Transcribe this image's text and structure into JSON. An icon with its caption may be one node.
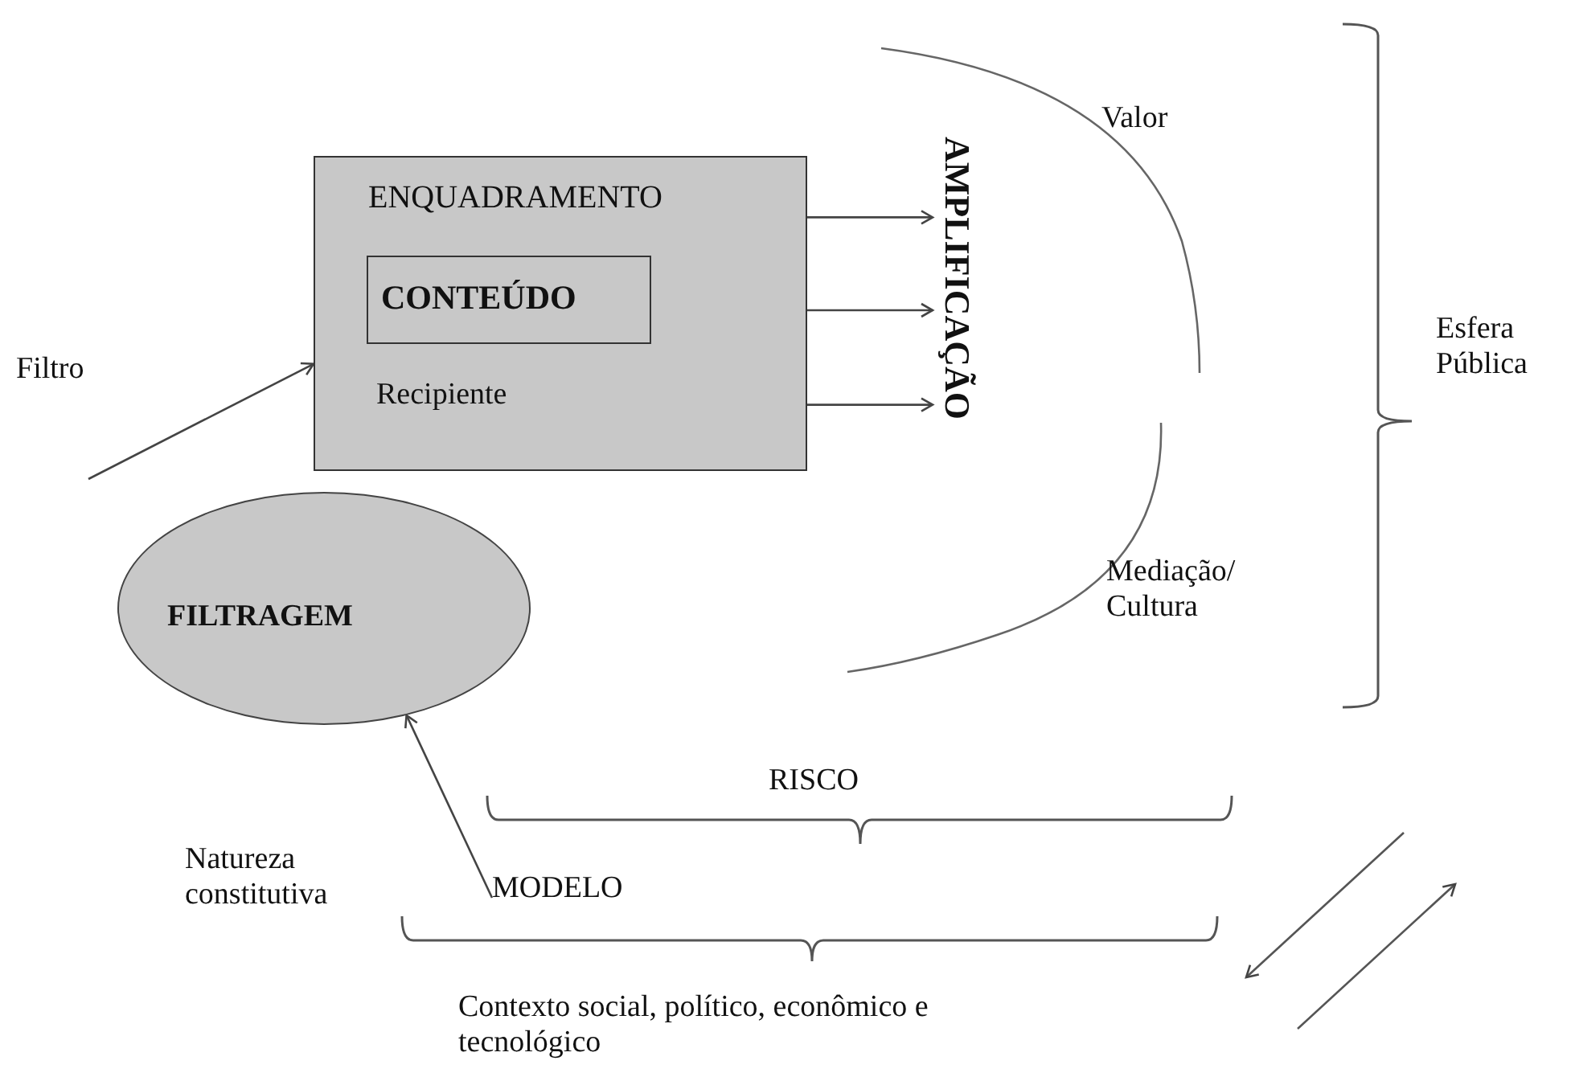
{
  "diagram": {
    "nodes": [
      {
        "text": [
          "ENQUADRAMENTO",
          "Recipiente"
        ]
      },
      {
        "text": [
          "CONTEÚDO"
        ],
        "in": 0
      },
      {
        "text": [
          "AMPLIFICAÇÃO"
        ]
      },
      {
        "text": [
          "FILTRAGEM"
        ]
      },
      {
        "text": [
          "MODELO"
        ]
      }
    ],
    "edges": [
      {
        "from": 0,
        "to": 2,
        "arrow": "to"
      },
      {
        "from": 0,
        "to": 2,
        "arrow": "to"
      },
      {
        "from": 0,
        "to": 2,
        "arrow": "to"
      },
      {
        "from": null,
        "to": 0,
        "arrow": "to"
      },
      {
        "from": 4,
        "to": 3,
        "arrow": "to"
      }
    ],
    "labels": [
      "Valor",
      "Filtro",
      "Esfera Pública",
      "Mediação/ Cultura",
      "RISCO",
      "Natureza constitutiva",
      "Contexto social, político, econômico e tecnológico"
    ]
  }
}
